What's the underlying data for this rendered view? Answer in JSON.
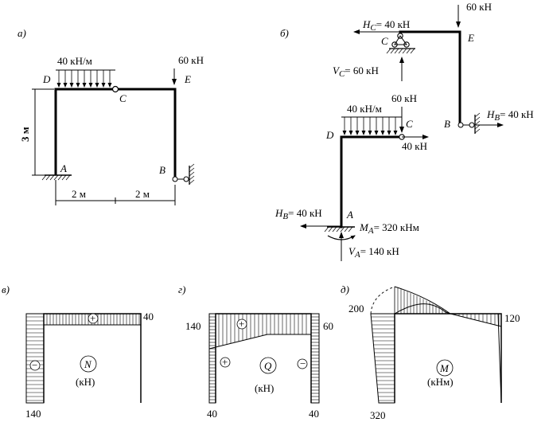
{
  "panels": {
    "a": "а)",
    "b": "б)",
    "v": "в)",
    "g": "г)",
    "d": "д)"
  },
  "panel_a": {
    "load_q": "40 кН/м",
    "load_P": "60 кН",
    "point_D": "D",
    "point_C": "C",
    "point_E": "E",
    "point_A": "A",
    "point_B": "B",
    "dim_height": "3 м",
    "dim_left": "2 м",
    "dim_right": "2 м"
  },
  "panel_b": {
    "Hc": "H",
    "Hc_sub": "C",
    "Hc_val": "= 40 кН",
    "Vc": "V",
    "Vc_sub": "C",
    "Vc_val": "= 60 кН",
    "load_P_top": "60 кН",
    "point_C_top": "C",
    "point_E": "E",
    "point_B": "B",
    "HB_right": "H",
    "HB_right_sub": "B",
    "HB_right_val": "= 40 кН",
    "load_q": "40 кН/м",
    "load_P": "60 кН",
    "point_D": "D",
    "point_C": "C",
    "force_C": "40 кН",
    "HB_left": "H",
    "HB_left_sub": "B",
    "HB_left_val": "= 40 кН",
    "point_A": "A",
    "MA": "M",
    "MA_sub": "A",
    "MA_val": "= 320 кНм",
    "VA": "V",
    "VA_sub": "A",
    "VA_val": "= 140 кН"
  },
  "diagram_N": {
    "symbol": "N",
    "unit": "(кН)",
    "val_right": "40",
    "val_bottom": "140",
    "sign_top": "+",
    "sign_left": "−"
  },
  "diagram_Q": {
    "symbol": "Q",
    "unit": "(кН)",
    "val_left": "140",
    "val_right": "60",
    "val_bottom_left": "40",
    "val_bottom_right": "40",
    "sign_top": "+",
    "sign_left": "+",
    "sign_right": "−"
  },
  "diagram_M": {
    "symbol": "M",
    "unit": "(кНм)",
    "val_left": "200",
    "val_right": "120",
    "val_bottom": "320"
  }
}
